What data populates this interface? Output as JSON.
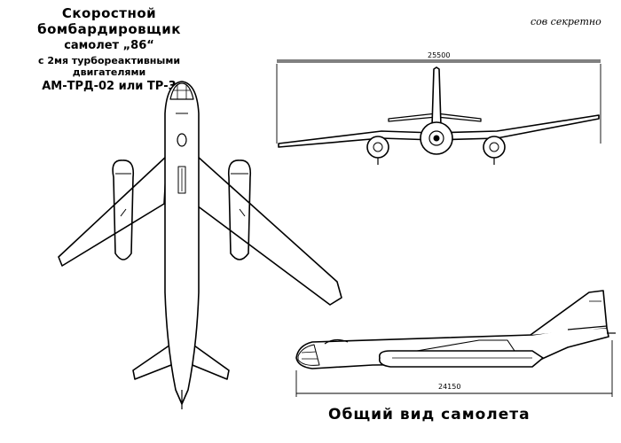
{
  "title": {
    "line1": "Скоростной бомбардировщик",
    "line2": "самолет „86“",
    "line3": "с 2мя турбореактивными двигателями",
    "line4": "АМ-ТРД-02 или ТР-3"
  },
  "stamp": "сов секретно",
  "caption": "Общий вид самолета",
  "dimensions": {
    "span": "25500",
    "length": "24150"
  }
}
